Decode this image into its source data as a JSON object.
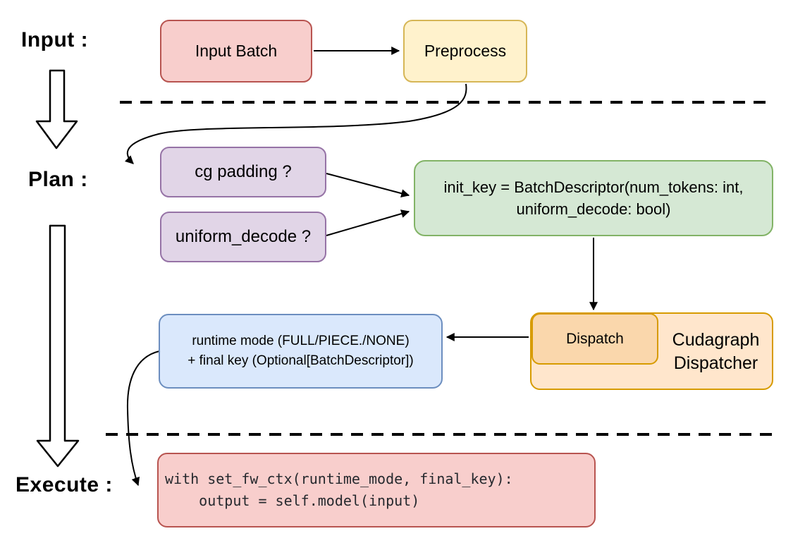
{
  "stages": {
    "input": "Input :",
    "plan": "Plan :",
    "execute": "Execute :"
  },
  "nodes": {
    "input_batch": {
      "label": "Input Batch"
    },
    "preprocess": {
      "label": "Preprocess"
    },
    "cg_padding": {
      "label": "cg padding ?"
    },
    "uniform_decode": {
      "label": "uniform_decode ?"
    },
    "init_key": {
      "line1": "init_key = BatchDescriptor(num_tokens: int,",
      "line2": "uniform_decode: bool)"
    },
    "dispatch": {
      "label": "Dispatch"
    },
    "cudagraph_dispatcher": {
      "line1": "Cudagraph",
      "line2": "Dispatcher"
    },
    "runtime_mode": {
      "line1": "runtime mode (FULL/PIECE./NONE)",
      "line2": "+ final key (Optional[BatchDescriptor])"
    },
    "execute_code": {
      "line1": "with set_fw_ctx(runtime_mode, final_key):",
      "line2": "    output = self.model(input)"
    }
  },
  "colors": {
    "red_fill": "#F8CECC",
    "red_stroke": "#B85450",
    "yellow_fill": "#FFF2CC",
    "yellow_stroke": "#D6B656",
    "purple_fill": "#E1D5E7",
    "purple_stroke": "#9673A6",
    "green_fill": "#D5E8D4",
    "green_stroke": "#82B366",
    "blue_fill": "#DAE8FC",
    "blue_stroke": "#6C8EBF",
    "orange_fill": "#FFE6CC",
    "orange_inner_fill": "#FAD7AC",
    "orange_stroke": "#D79B00",
    "connector": "#000000",
    "background": "#FFFFFF"
  }
}
